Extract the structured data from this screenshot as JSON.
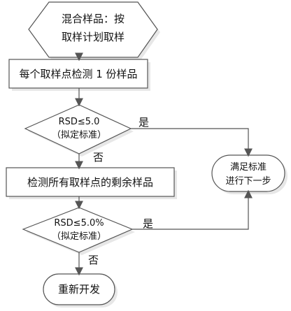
{
  "flow": {
    "start": {
      "line1": "混合样品：按",
      "line2": "取样计划取样"
    },
    "step1": {
      "label": "每个取样点检测 1 份样品"
    },
    "decision1": {
      "line1": "RSD≤5.0",
      "line2": "（拟定标准）"
    },
    "step2": {
      "label": "检测所有取样点的剩余样品"
    },
    "decision2": {
      "line1": "RSD≤5.0%",
      "line2": "（拟定标准）"
    },
    "result_pass": {
      "line1": "满足标准",
      "line2": "进行下一步"
    },
    "result_fail": {
      "label": "重新开发"
    },
    "edges": {
      "yes1": "是",
      "no1": "否",
      "yes2": "是",
      "no2": "否"
    }
  }
}
